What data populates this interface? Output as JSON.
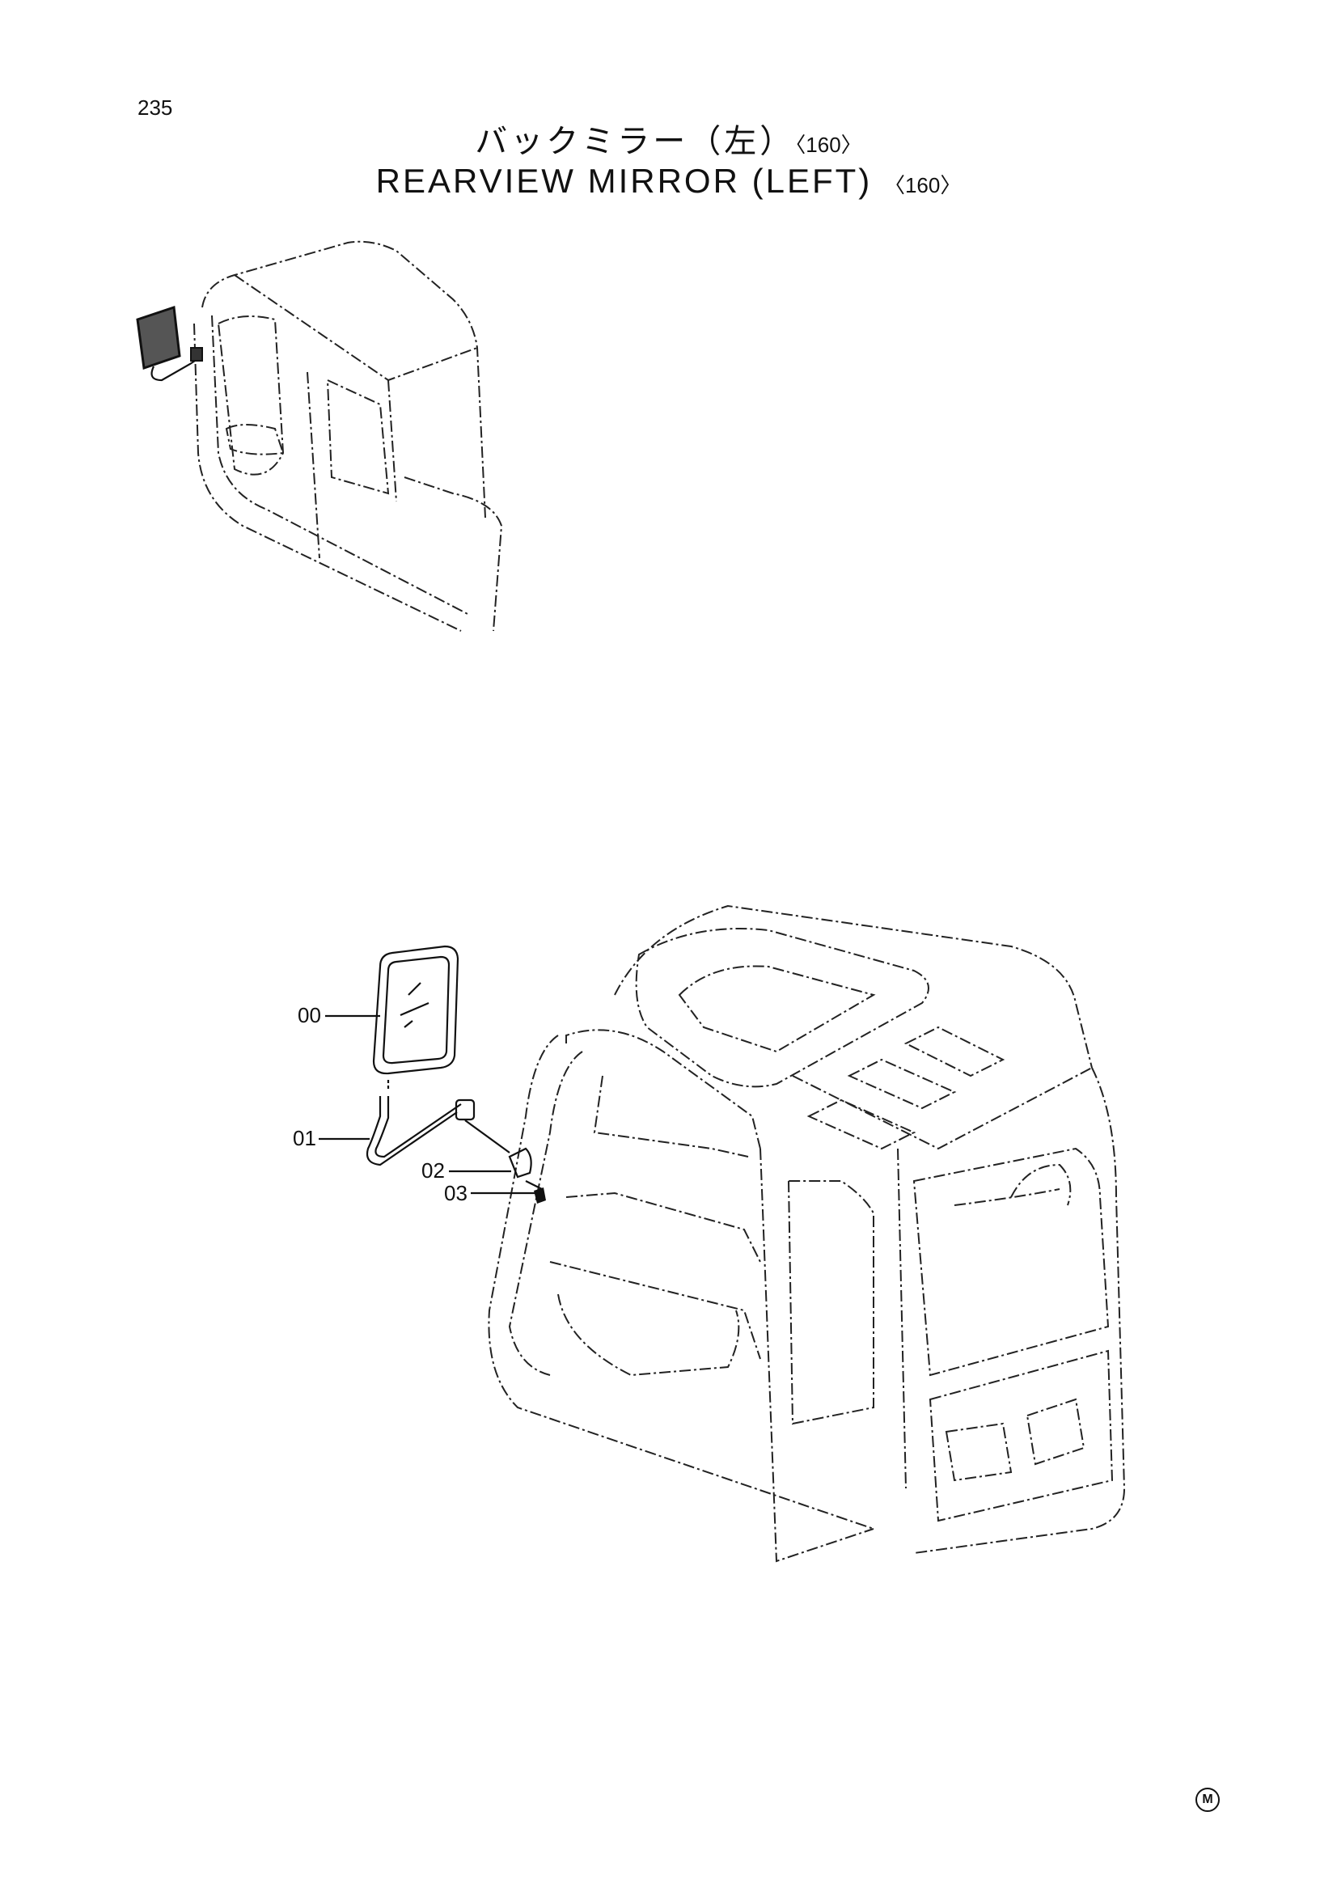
{
  "page_number": "235",
  "title": {
    "jp": "バックミラー（左）",
    "en": "REARVIEW MIRROR (LEFT)",
    "code": "〈160〉"
  },
  "callouts": [
    {
      "label": "00"
    },
    {
      "label": "01"
    },
    {
      "label": "02"
    },
    {
      "label": "03"
    }
  ],
  "footer_mark": "M"
}
